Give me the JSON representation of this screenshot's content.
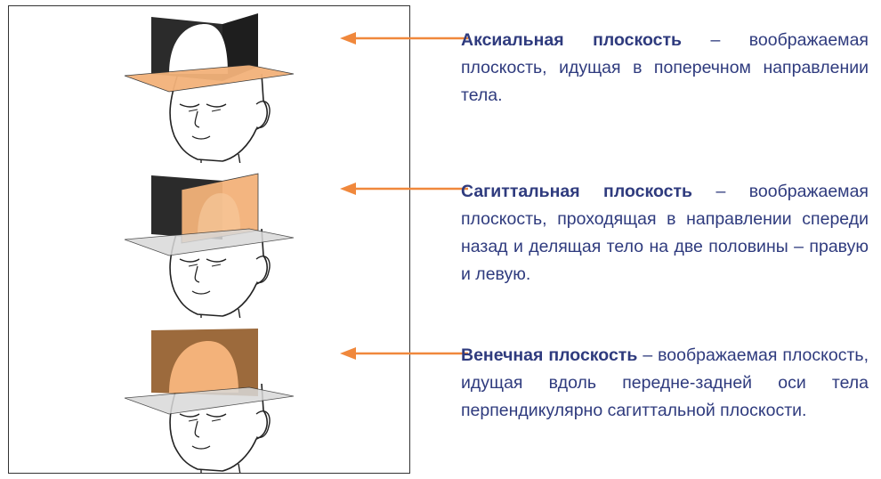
{
  "colors": {
    "text": "#2f3b7e",
    "arrow": "#f0883c",
    "plane_orange": "#f3b27a",
    "plane_brown": "#9c6a3c",
    "plane_dark": "#2b2b2b",
    "plane_gray": "#d9d9d9"
  },
  "icons": [
    "head-axial-icon",
    "head-sagittal-icon",
    "head-coronal-icon",
    "arrow-left-icon"
  ],
  "items": [
    {
      "term": "Аксиальная плоскость",
      "definition": " – воображаемая плоскость, идущая в поперечном направлении тела."
    },
    {
      "term": "Сагиттальная плоскость",
      "definition": " – воображаемая плоскость, проходящая в направлении спереди назад и делящая тело на две половины – правую и левую."
    },
    {
      "term": "Венечная плоскость",
      "definition": " – воображаемая плоскость, идущая вдоль передне-задней оси тела перпендикулярно сагиттальной плоскости."
    }
  ]
}
